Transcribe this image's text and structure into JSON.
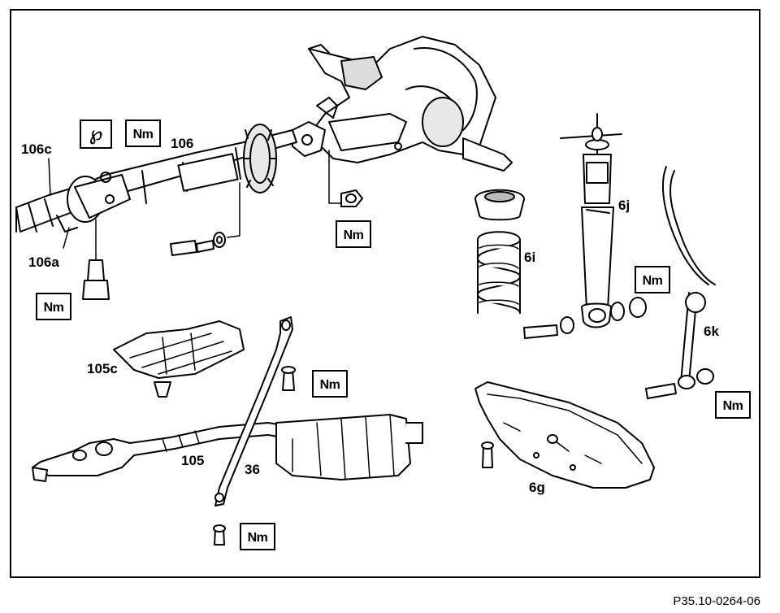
{
  "figure_id": "P35.10-0264-06",
  "labels": {
    "l106c": "106c",
    "l106": "106",
    "l106a": "106a",
    "l6j": "6j",
    "l6i": "6i",
    "l6k": "6k",
    "l105c": "105c",
    "l105": "105",
    "l36": "36",
    "l6g": "6g"
  },
  "torque_label": "Nm",
  "tool_symbol": "℘"
}
